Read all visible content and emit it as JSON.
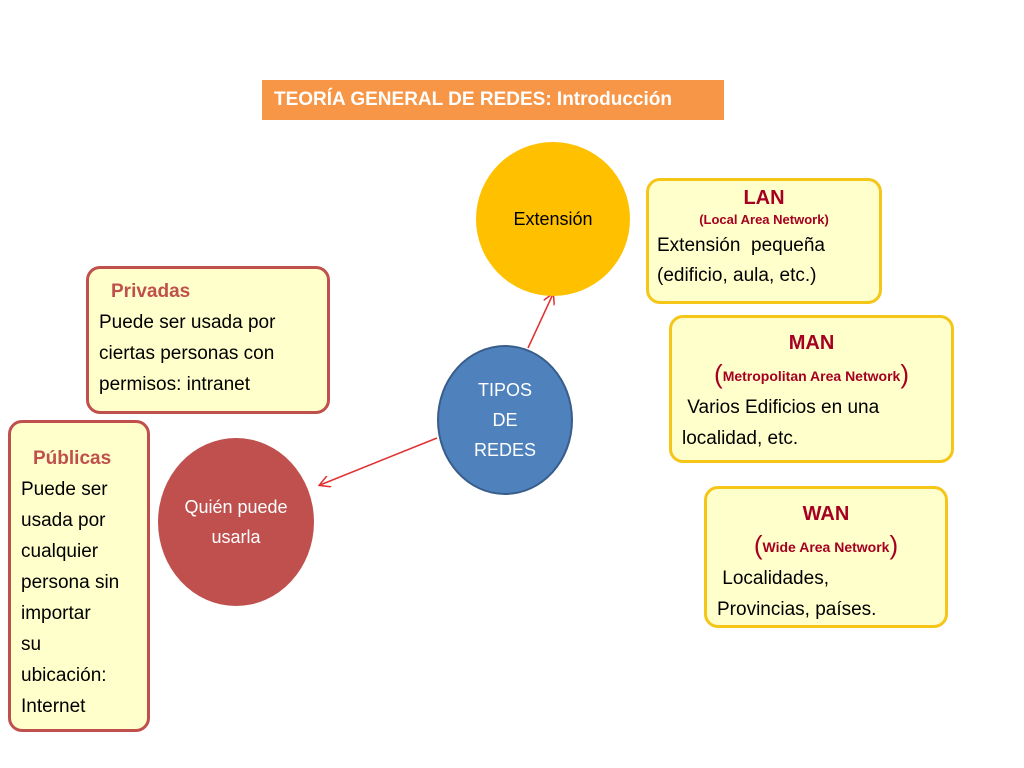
{
  "title": "TEORÍA GENERAL DE REDES: Introducción",
  "center": {
    "line1": "TIPOS",
    "line2": "DE",
    "line3": "REDES"
  },
  "extension": {
    "label": "Extensión"
  },
  "quien": {
    "line1": "Quién puede",
    "line2": "usarla"
  },
  "privadas": {
    "heading": "Privadas",
    "line1": "Puede ser usada por",
    "line2": "ciertas personas con",
    "line3": "permisos: intranet"
  },
  "publicas": {
    "heading": "Públicas",
    "lines": [
      "Puede ser",
      "usada por",
      "cualquier",
      "persona sin",
      "importar",
      "su",
      "ubicación:",
      "Internet"
    ]
  },
  "lan": {
    "heading": "LAN",
    "sub": "(Local Area Network)",
    "line1": "Extensión  pequeña",
    "line2": "(edificio, aula, etc.)"
  },
  "man": {
    "heading": "MAN",
    "paren_open": "(",
    "sub": "Metropolitan Area Network",
    "paren_close": ")",
    "line1": " Varios Edificios en una",
    "line2": "localidad, etc."
  },
  "wan": {
    "heading": "WAN",
    "paren_open": "(",
    "sub": "Wide Area Network",
    "paren_close": ")",
    "line1": " Localidades,",
    "line2": "Provincias, países."
  },
  "colors": {
    "title_bg": "#f79646",
    "extension": "#ffc000",
    "tipos": "#4f81bd",
    "quien": "#c0504d",
    "card_bg": "#ffffcc",
    "arrow": "#e03030"
  }
}
